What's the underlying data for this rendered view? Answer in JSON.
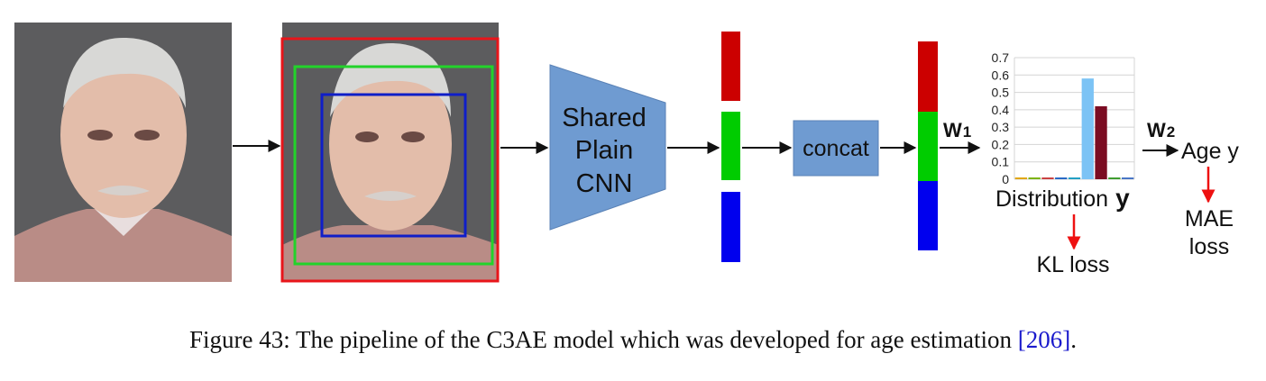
{
  "diagram": {
    "cnn_label_lines": [
      "Shared",
      "Plain",
      "CNN"
    ],
    "concat_label": "concat",
    "w1_label": "W",
    "w1_sub": "1",
    "w2_label": "W",
    "w2_sub": "2",
    "distribution_label": "Distribution",
    "distribution_symbol": "y",
    "kl_loss_label": "KL loss",
    "age_label": "Age y",
    "mae_loss_lines": [
      "MAE",
      "loss"
    ],
    "crop_box_colors": [
      "#e8151a",
      "#22d32a",
      "#0f1ec8"
    ],
    "feature_colors": [
      "#cc0000",
      "#00cc00",
      "#0000ee"
    ],
    "loss_arrow_color": "#ee1111",
    "block_fill": "#6f9bd1"
  },
  "chart_data": {
    "type": "bar",
    "yticks": [
      "0",
      "0.1",
      "0.2",
      "0.3",
      "0.4",
      "0.5",
      "0.6",
      "0.7"
    ],
    "ylim": [
      0,
      0.7
    ],
    "grid": true,
    "values": [
      0.01,
      0.01,
      0.01,
      0.01,
      0.01,
      0.58,
      0.42,
      0.01,
      0.01
    ],
    "colors": [
      "#e0a400",
      "#78b000",
      "#c83c3c",
      "#2266c4",
      "#1d9dc2",
      "#7cc3f5",
      "#7b0c22",
      "#3a9a2a",
      "#4472c4"
    ]
  },
  "caption": {
    "prefix": "Figure 43: The pipeline of the C3AE model which was developed for age estimation ",
    "ref_open": "[",
    "ref_num": "206",
    "ref_close": "]",
    "suffix": "."
  }
}
